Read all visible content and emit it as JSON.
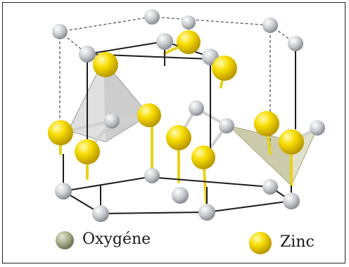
{
  "legend": {
    "oxygen_label": "Oxygéne",
    "zinc_label": "Zinc"
  },
  "colors": {
    "oxygen": "#b9bcc0",
    "oxygen_legend": "#a9ad8c",
    "zinc": "#f5d800",
    "bond_zinc": "#e8d21a",
    "bond_oxygen": "#c8c8c8",
    "edge": "#1c1c1c",
    "tetrahedron": "#c9c8a4"
  },
  "icons": {
    "oxygen_atom": "grey-sphere",
    "zinc_atom": "yellow-sphere"
  }
}
